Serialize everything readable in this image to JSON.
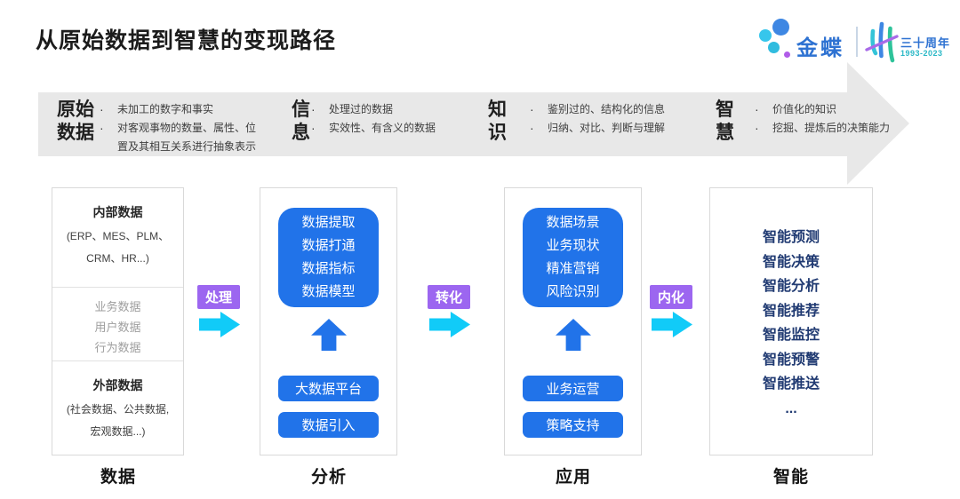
{
  "page": {
    "title": "从原始数据到智慧的变现路径"
  },
  "logo": {
    "brand": "金蝶",
    "anniversary": "三十周年",
    "years": "1993-2023"
  },
  "banner": {
    "stages": [
      {
        "label": "原始\n数据",
        "bullets": [
          "未加工的数字和事实",
          "对客观事物的数量、属性、位置及其相互关系进行抽象表示"
        ]
      },
      {
        "label": "信\n息",
        "bullets": [
          "处理过的数据",
          "实效性、有含义的数据"
        ]
      },
      {
        "label": "知\n识",
        "bullets": [
          "鉴别过的、结构化的信息",
          "归纳、对比、判断与理解"
        ]
      },
      {
        "label": "智\n慧",
        "bullets": [
          "价值化的知识",
          "挖掘、提炼后的决策能力"
        ]
      }
    ]
  },
  "flow": {
    "connectors": [
      "处理",
      "转化",
      "内化"
    ],
    "columns": [
      {
        "footer": "数据",
        "internal_title": "内部数据",
        "internal_sub": "(ERP、MES、PLM、\nCRM、HR...)",
        "middle": "业务数据\n用户数据\n行为数据",
        "external_title": "外部数据",
        "external_sub": "(社会数据、公共数据,\n宏观数据...)"
      },
      {
        "footer": "分析",
        "panel": "数据提取\n数据打通\n数据指标\n数据模型",
        "buttons": [
          "大数据平台",
          "数据引入"
        ]
      },
      {
        "footer": "应用",
        "panel": "数据场景\n业务现状\n精准营销\n风险识别",
        "buttons": [
          "业务运营",
          "策略支持"
        ]
      },
      {
        "footer": "智能",
        "items": [
          "智能预测",
          "智能决策",
          "智能分析",
          "智能推荐",
          "智能监控",
          "智能预警",
          "智能推送",
          "..."
        ]
      }
    ]
  },
  "colors": {
    "blue": "#2173E9",
    "cyan": "#11CBF8",
    "purple": "#9C66F0",
    "navy": "#203A72",
    "banner_gray": "#E8E8E8",
    "brand_blue": "#2E72D2",
    "anniv_teal": "#2AB8C6"
  }
}
